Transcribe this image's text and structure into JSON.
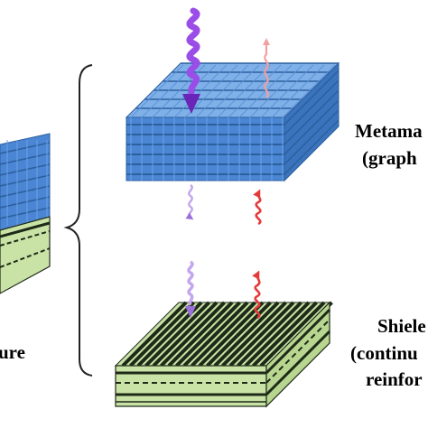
{
  "labels": {
    "left_caption": "ure",
    "metamaterial_line1": "Metama",
    "metamaterial_line2": "(graph",
    "shield_line1": "Shiele",
    "shield_line2": "(continu",
    "shield_line3": "reinfor"
  },
  "colors": {
    "lattice_top": "#7fb0e8",
    "lattice_face": "#4a86d4",
    "lattice_dark": "#2c5f9e",
    "shield_green": "#c9e3a6",
    "shield_dark": "#1e2a18",
    "wave_purple": "#9b4de8",
    "wave_purple_light": "#c4a6ee",
    "wave_red": "#e53a3a",
    "wave_red_light": "#f2a0a0",
    "brace": "#222222"
  }
}
